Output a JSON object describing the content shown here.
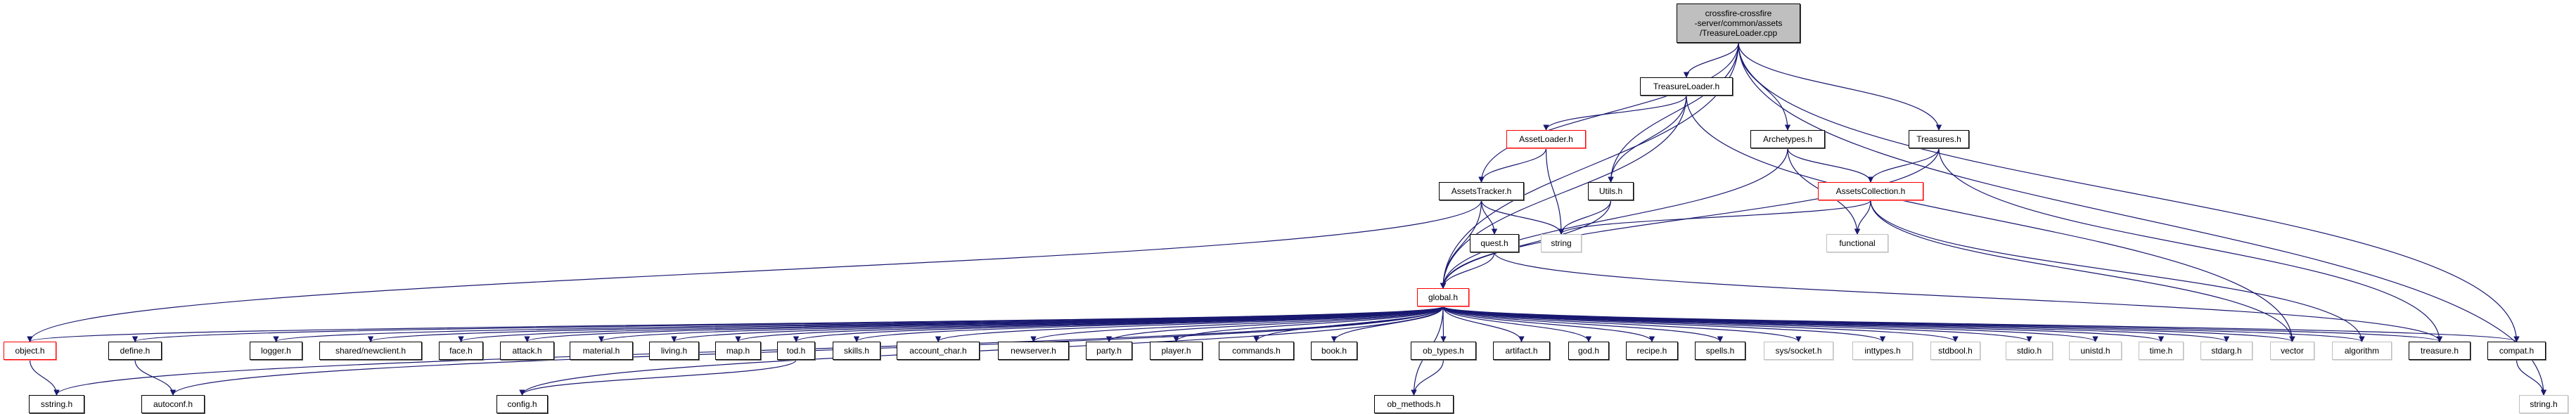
{
  "title": "TreasureLoader.cpp include dependency graph",
  "colors": {
    "edge": "#191970",
    "root_fill": "#bfbfbf",
    "red_border": "#ff0000",
    "system_border": "#bfbfbf"
  },
  "root": {
    "id": "root",
    "lines": [
      "crossfire-crossfire",
      "-server/common/assets",
      "/TreasureLoader.cpp"
    ]
  },
  "nodes": [
    {
      "id": "TreasureLoader.h",
      "label": "TreasureLoader.h",
      "style": "normal"
    },
    {
      "id": "AssetLoader.h",
      "label": "AssetLoader.h",
      "style": "red"
    },
    {
      "id": "Archetypes.h",
      "label": "Archetypes.h",
      "style": "normal"
    },
    {
      "id": "Treasures.h",
      "label": "Treasures.h",
      "style": "normal"
    },
    {
      "id": "AssetsTracker.h",
      "label": "AssetsTracker.h",
      "style": "normal"
    },
    {
      "id": "Utils.h",
      "label": "Utils.h",
      "style": "normal"
    },
    {
      "id": "AssetsCollection.h",
      "label": "AssetsCollection.h",
      "style": "red"
    },
    {
      "id": "quest.h",
      "label": "quest.h",
      "style": "normal"
    },
    {
      "id": "string",
      "label": "string",
      "style": "sys"
    },
    {
      "id": "functional",
      "label": "functional",
      "style": "sys"
    },
    {
      "id": "global.h",
      "label": "global.h",
      "style": "red"
    },
    {
      "id": "object.h",
      "label": "object.h",
      "style": "red"
    },
    {
      "id": "define.h",
      "label": "define.h",
      "style": "normal"
    },
    {
      "id": "logger.h",
      "label": "logger.h",
      "style": "normal"
    },
    {
      "id": "shared/newclient.h",
      "label": "shared/newclient.h",
      "style": "normal"
    },
    {
      "id": "face.h",
      "label": "face.h",
      "style": "normal"
    },
    {
      "id": "attack.h",
      "label": "attack.h",
      "style": "normal"
    },
    {
      "id": "material.h",
      "label": "material.h",
      "style": "normal"
    },
    {
      "id": "living.h",
      "label": "living.h",
      "style": "normal"
    },
    {
      "id": "map.h",
      "label": "map.h",
      "style": "normal"
    },
    {
      "id": "tod.h",
      "label": "tod.h",
      "style": "normal"
    },
    {
      "id": "skills.h",
      "label": "skills.h",
      "style": "normal"
    },
    {
      "id": "account_char.h",
      "label": "account_char.h",
      "style": "normal"
    },
    {
      "id": "newserver.h",
      "label": "newserver.h",
      "style": "normal"
    },
    {
      "id": "party.h",
      "label": "party.h",
      "style": "normal"
    },
    {
      "id": "player.h",
      "label": "player.h",
      "style": "normal"
    },
    {
      "id": "commands.h",
      "label": "commands.h",
      "style": "normal"
    },
    {
      "id": "book.h",
      "label": "book.h",
      "style": "normal"
    },
    {
      "id": "ob_types.h",
      "label": "ob_types.h",
      "style": "normal"
    },
    {
      "id": "artifact.h",
      "label": "artifact.h",
      "style": "normal"
    },
    {
      "id": "god.h",
      "label": "god.h",
      "style": "normal"
    },
    {
      "id": "recipe.h",
      "label": "recipe.h",
      "style": "normal"
    },
    {
      "id": "spells.h",
      "label": "spells.h",
      "style": "normal"
    },
    {
      "id": "sys/socket.h",
      "label": "sys/socket.h",
      "style": "sys"
    },
    {
      "id": "inttypes.h",
      "label": "inttypes.h",
      "style": "sys"
    },
    {
      "id": "stdbool.h",
      "label": "stdbool.h",
      "style": "sys"
    },
    {
      "id": "stdio.h",
      "label": "stdio.h",
      "style": "sys"
    },
    {
      "id": "unistd.h",
      "label": "unistd.h",
      "style": "sys"
    },
    {
      "id": "time.h",
      "label": "time.h",
      "style": "sys"
    },
    {
      "id": "stdarg.h",
      "label": "stdarg.h",
      "style": "sys"
    },
    {
      "id": "vector",
      "label": "vector",
      "style": "sys"
    },
    {
      "id": "algorithm",
      "label": "algorithm",
      "style": "sys"
    },
    {
      "id": "treasure.h",
      "label": "treasure.h",
      "style": "normal"
    },
    {
      "id": "compat.h",
      "label": "compat.h",
      "style": "normal"
    },
    {
      "id": "sstring.h",
      "label": "sstring.h",
      "style": "normal"
    },
    {
      "id": "autoconf.h",
      "label": "autoconf.h",
      "style": "normal"
    },
    {
      "id": "config.h",
      "label": "config.h",
      "style": "normal"
    },
    {
      "id": "ob_methods.h",
      "label": "ob_methods.h",
      "style": "normal"
    },
    {
      "id": "string.h",
      "label": "string.h",
      "style": "sys"
    }
  ],
  "edges": [
    [
      "root",
      "TreasureLoader.h"
    ],
    [
      "root",
      "AssetsTracker.h"
    ],
    [
      "root",
      "Utils.h"
    ],
    [
      "root",
      "Archetypes.h"
    ],
    [
      "root",
      "Treasures.h"
    ],
    [
      "root",
      "global.h"
    ],
    [
      "root",
      "compat.h"
    ],
    [
      "root",
      "string.h"
    ],
    [
      "TreasureLoader.h",
      "AssetLoader.h"
    ],
    [
      "TreasureLoader.h",
      "Utils.h"
    ],
    [
      "TreasureLoader.h",
      "global.h"
    ],
    [
      "TreasureLoader.h",
      "vector"
    ],
    [
      "AssetLoader.h",
      "AssetsTracker.h"
    ],
    [
      "AssetLoader.h",
      "string"
    ],
    [
      "Archetypes.h",
      "AssetsCollection.h"
    ],
    [
      "Archetypes.h",
      "functional"
    ],
    [
      "Archetypes.h",
      "global.h"
    ],
    [
      "Treasures.h",
      "AssetsCollection.h"
    ],
    [
      "Treasures.h",
      "treasure.h"
    ],
    [
      "Treasures.h",
      "global.h"
    ],
    [
      "AssetsTracker.h",
      "object.h"
    ],
    [
      "AssetsTracker.h",
      "quest.h"
    ],
    [
      "AssetsTracker.h",
      "string"
    ],
    [
      "AssetsTracker.h",
      "global.h"
    ],
    [
      "Utils.h",
      "string"
    ],
    [
      "Utils.h",
      "global.h"
    ],
    [
      "AssetsCollection.h",
      "string"
    ],
    [
      "AssetsCollection.h",
      "functional"
    ],
    [
      "AssetsCollection.h",
      "vector"
    ],
    [
      "AssetsCollection.h",
      "algorithm"
    ],
    [
      "quest.h",
      "global.h"
    ],
    [
      "quest.h",
      "treasure.h"
    ],
    [
      "global.h",
      "object.h"
    ],
    [
      "global.h",
      "define.h"
    ],
    [
      "global.h",
      "logger.h"
    ],
    [
      "global.h",
      "shared/newclient.h"
    ],
    [
      "global.h",
      "face.h"
    ],
    [
      "global.h",
      "attack.h"
    ],
    [
      "global.h",
      "material.h"
    ],
    [
      "global.h",
      "living.h"
    ],
    [
      "global.h",
      "map.h"
    ],
    [
      "global.h",
      "tod.h"
    ],
    [
      "global.h",
      "skills.h"
    ],
    [
      "global.h",
      "account_char.h"
    ],
    [
      "global.h",
      "newserver.h"
    ],
    [
      "global.h",
      "party.h"
    ],
    [
      "global.h",
      "player.h"
    ],
    [
      "global.h",
      "commands.h"
    ],
    [
      "global.h",
      "book.h"
    ],
    [
      "global.h",
      "ob_types.h"
    ],
    [
      "global.h",
      "artifact.h"
    ],
    [
      "global.h",
      "god.h"
    ],
    [
      "global.h",
      "recipe.h"
    ],
    [
      "global.h",
      "spells.h"
    ],
    [
      "global.h",
      "sys/socket.h"
    ],
    [
      "global.h",
      "inttypes.h"
    ],
    [
      "global.h",
      "stdbool.h"
    ],
    [
      "global.h",
      "stdio.h"
    ],
    [
      "global.h",
      "unistd.h"
    ],
    [
      "global.h",
      "time.h"
    ],
    [
      "global.h",
      "stdarg.h"
    ],
    [
      "global.h",
      "vector"
    ],
    [
      "global.h",
      "algorithm"
    ],
    [
      "global.h",
      "treasure.h"
    ],
    [
      "global.h",
      "compat.h"
    ],
    [
      "global.h",
      "sstring.h"
    ],
    [
      "global.h",
      "autoconf.h"
    ],
    [
      "global.h",
      "config.h"
    ],
    [
      "global.h",
      "ob_methods.h"
    ],
    [
      "object.h",
      "sstring.h"
    ],
    [
      "define.h",
      "autoconf.h"
    ],
    [
      "tod.h",
      "config.h"
    ],
    [
      "ob_types.h",
      "ob_methods.h"
    ],
    [
      "compat.h",
      "string.h"
    ]
  ]
}
